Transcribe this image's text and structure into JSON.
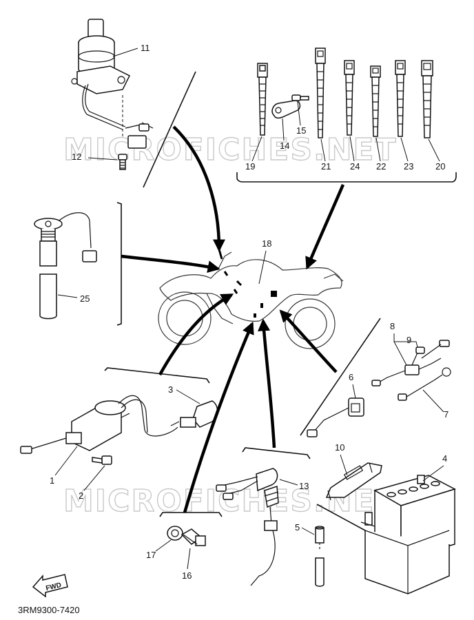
{
  "watermark": "MICROFICHES.NET",
  "drawing_code": "3RM9300-7420",
  "fwd_label": "FWD",
  "callouts": {
    "c1": "1",
    "c2": "2",
    "c3": "3",
    "c4": "4",
    "c5": "5",
    "c6": "6",
    "c7": "7",
    "c8": "8",
    "c9": "9",
    "c10": "10",
    "c11": "11",
    "c12": "12",
    "c13": "13",
    "c14": "14",
    "c15": "15",
    "c16": "16",
    "c17": "17",
    "c18": "18",
    "c19": "19",
    "c20": "20",
    "c21": "21",
    "c22": "22",
    "c23": "23",
    "c24": "24",
    "c25": "25"
  }
}
